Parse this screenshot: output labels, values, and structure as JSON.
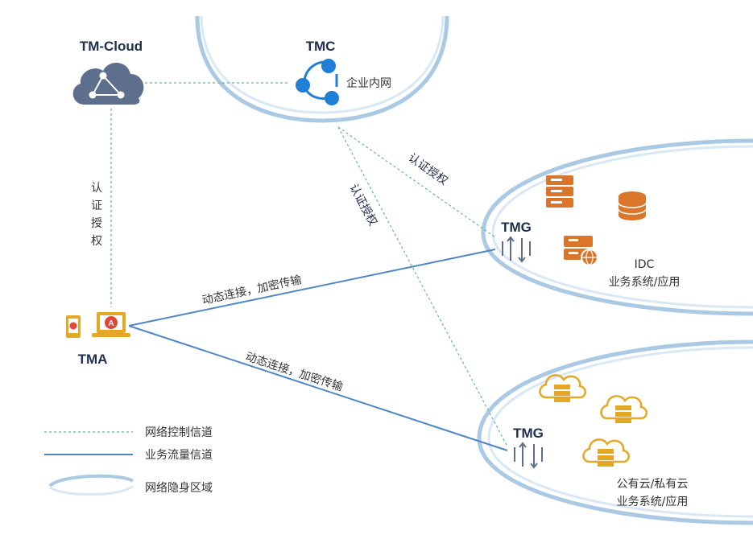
{
  "nodes": {
    "tm_cloud": {
      "title": "TM-Cloud"
    },
    "tmc": {
      "title": "TMC",
      "label": "企业内网"
    },
    "tma": {
      "title": "TMA"
    },
    "tmg_idc": {
      "title": "TMG"
    },
    "tmg_cloud": {
      "title": "TMG"
    }
  },
  "edges": {
    "auth_cloud_tma": [
      "认",
      "证",
      "授",
      "权"
    ],
    "auth_tmc_tmg_idc": "认证授权",
    "auth_tmc_tmg_cloud": "认证授权",
    "traffic_tma_tmg_idc": "动态连接，加密传输",
    "traffic_tma_tmg_cloud": "动态连接，加密传输"
  },
  "zones": {
    "idc": {
      "line1": "IDC",
      "line2": "业务系统/应用"
    },
    "cloud": {
      "line1": "公有云/私有云",
      "line2": "业务系统/应用"
    }
  },
  "legend": {
    "control_channel": "网络控制信道",
    "traffic_channel": "业务流量信道",
    "stealth_zone": "网络隐身区域"
  },
  "colors": {
    "control_line": "#5fb8a6",
    "traffic_line": "#4f86c6",
    "zone_arc": "#a9c9e4",
    "node_blue": "#1f7fd6",
    "cloud_gray": "#5d6f8d",
    "server_orange": "#d9762b",
    "cloud_gold": "#e5a826",
    "tma_red": "#e0463a"
  },
  "icons": {
    "tm_cloud": "cloud-network-icon",
    "tmc": "share-nodes-icon",
    "tmg": "gateway-icon",
    "tma_phone": "mobile-app-icon",
    "tma_laptop": "laptop-app-icon",
    "idc_server": "server-rack-icon",
    "idc_database": "database-icon",
    "idc_web": "web-server-icon",
    "cloud_server": "cloud-server-icon"
  }
}
